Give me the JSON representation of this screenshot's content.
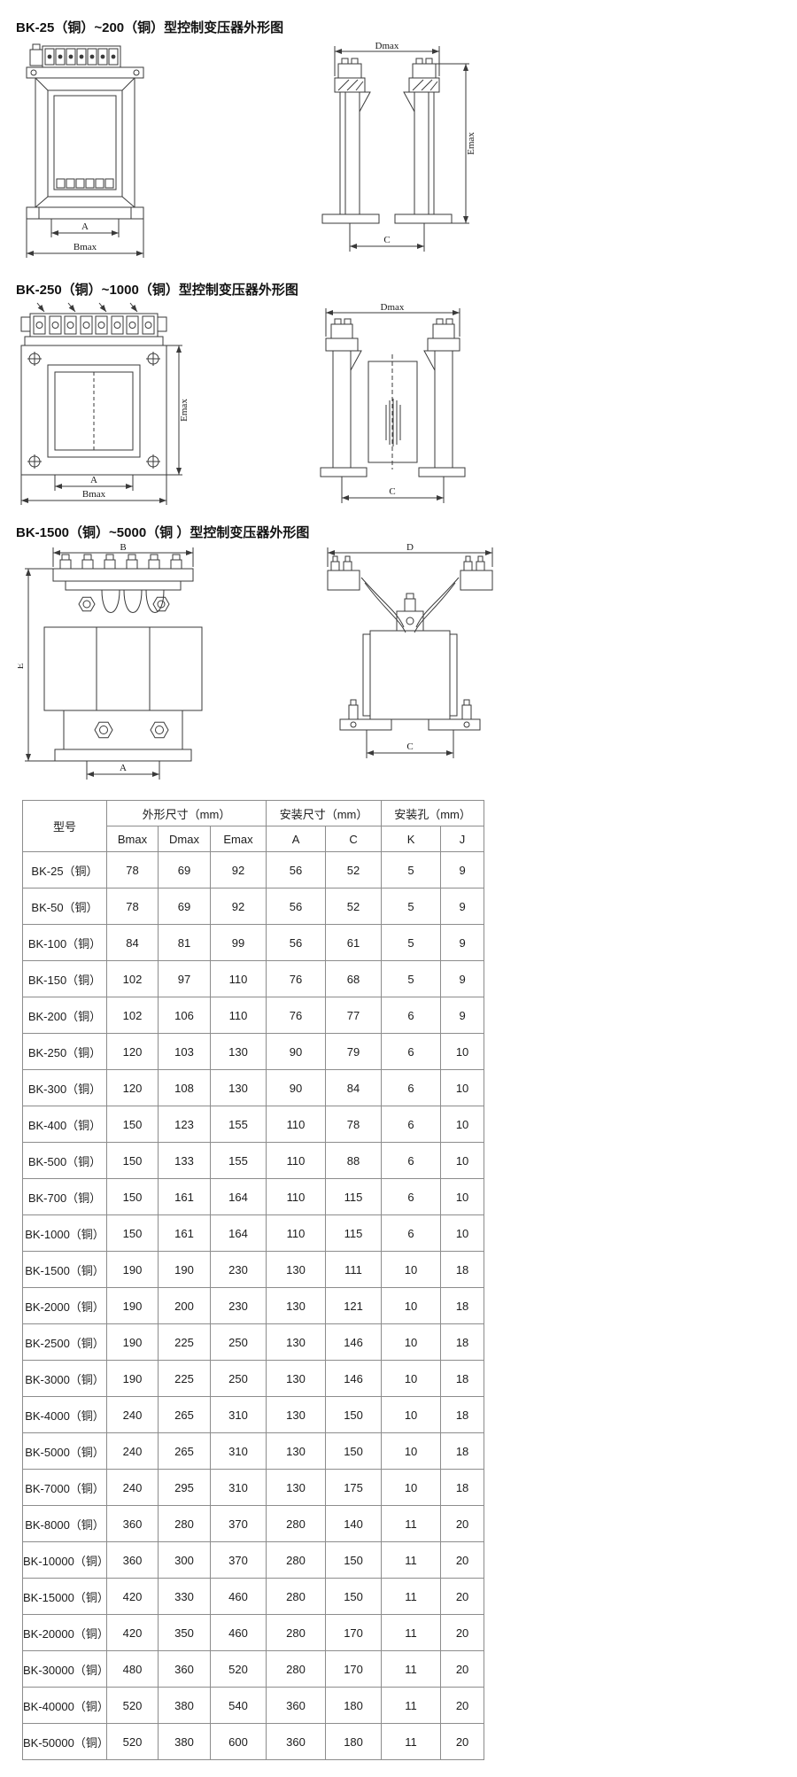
{
  "colors": {
    "drawing_line": "#3a3a3a",
    "table_border": "#8c8c8c",
    "text": "#1a1a1a"
  },
  "sections": [
    {
      "title": "BK-25（铜）~200（铜）型控制变压器外形图",
      "front_dims": {
        "a": "A",
        "b": "Bmax"
      },
      "side_dims": {
        "d": "Dmax",
        "e": "Emax",
        "c": "C"
      }
    },
    {
      "title": "BK-250（铜）~1000（铜）型控制变压器外形图",
      "front_dims": {
        "a": "A",
        "b": "Bmax",
        "e": "Emax"
      },
      "side_dims": {
        "d": "Dmax",
        "c": "C"
      }
    },
    {
      "title": "BK-1500（铜）~5000（铜 ）型控制变压器外形图",
      "front_dims": {
        "a": "A",
        "b": "B",
        "e": "E"
      },
      "side_dims": {
        "d": "D",
        "c": "C"
      }
    }
  ],
  "table": {
    "group_headers": [
      "型号",
      "外形尺寸（mm）",
      "安装尺寸（mm）",
      "安装孔（mm）"
    ],
    "col_headers": [
      "Bmax",
      "Dmax",
      "Emax",
      "A",
      "C",
      "K",
      "J"
    ],
    "rows": [
      {
        "model": "BK-25（铜）",
        "values": [
          78,
          69,
          92,
          56,
          52,
          5,
          9
        ]
      },
      {
        "model": "BK-50（铜）",
        "values": [
          78,
          69,
          92,
          56,
          52,
          5,
          9
        ]
      },
      {
        "model": "BK-100（铜）",
        "values": [
          84,
          81,
          99,
          56,
          61,
          5,
          9
        ]
      },
      {
        "model": "BK-150（铜）",
        "values": [
          102,
          97,
          110,
          76,
          68,
          5,
          9
        ]
      },
      {
        "model": "BK-200（铜）",
        "values": [
          102,
          106,
          110,
          76,
          77,
          6,
          9
        ]
      },
      {
        "model": "BK-250（铜）",
        "values": [
          120,
          103,
          130,
          90,
          79,
          6,
          10
        ]
      },
      {
        "model": "BK-300（铜）",
        "values": [
          120,
          108,
          130,
          90,
          84,
          6,
          10
        ]
      },
      {
        "model": "BK-400（铜）",
        "values": [
          150,
          123,
          155,
          110,
          78,
          6,
          10
        ]
      },
      {
        "model": "BK-500（铜）",
        "values": [
          150,
          133,
          155,
          110,
          88,
          6,
          10
        ]
      },
      {
        "model": "BK-700（铜）",
        "values": [
          150,
          161,
          164,
          110,
          115,
          6,
          10
        ]
      },
      {
        "model": "BK-1000（铜）",
        "values": [
          150,
          161,
          164,
          110,
          115,
          6,
          10
        ]
      },
      {
        "model": "BK-1500（铜）",
        "values": [
          190,
          190,
          230,
          130,
          111,
          10,
          18
        ]
      },
      {
        "model": "BK-2000（铜）",
        "values": [
          190,
          200,
          230,
          130,
          121,
          10,
          18
        ]
      },
      {
        "model": "BK-2500（铜）",
        "values": [
          190,
          225,
          250,
          130,
          146,
          10,
          18
        ]
      },
      {
        "model": "BK-3000（铜）",
        "values": [
          190,
          225,
          250,
          130,
          146,
          10,
          18
        ]
      },
      {
        "model": "BK-4000（铜）",
        "values": [
          240,
          265,
          310,
          130,
          150,
          10,
          18
        ]
      },
      {
        "model": "BK-5000（铜）",
        "values": [
          240,
          265,
          310,
          130,
          150,
          10,
          18
        ]
      },
      {
        "model": "BK-7000（铜）",
        "values": [
          240,
          295,
          310,
          130,
          175,
          10,
          18
        ]
      },
      {
        "model": "BK-8000（铜）",
        "values": [
          360,
          280,
          370,
          280,
          140,
          11,
          20
        ]
      },
      {
        "model": "BK-10000（铜）",
        "values": [
          360,
          300,
          370,
          280,
          150,
          11,
          20
        ]
      },
      {
        "model": "BK-15000（铜）",
        "values": [
          420,
          330,
          460,
          280,
          150,
          11,
          20
        ]
      },
      {
        "model": "BK-20000（铜）",
        "values": [
          420,
          350,
          460,
          280,
          170,
          11,
          20
        ]
      },
      {
        "model": "BK-30000（铜）",
        "values": [
          480,
          360,
          520,
          280,
          170,
          11,
          20
        ]
      },
      {
        "model": "BK-40000（铜）",
        "values": [
          520,
          380,
          540,
          360,
          180,
          11,
          20
        ]
      },
      {
        "model": "BK-50000（铜）",
        "values": [
          520,
          380,
          600,
          360,
          180,
          11,
          20
        ]
      }
    ]
  }
}
